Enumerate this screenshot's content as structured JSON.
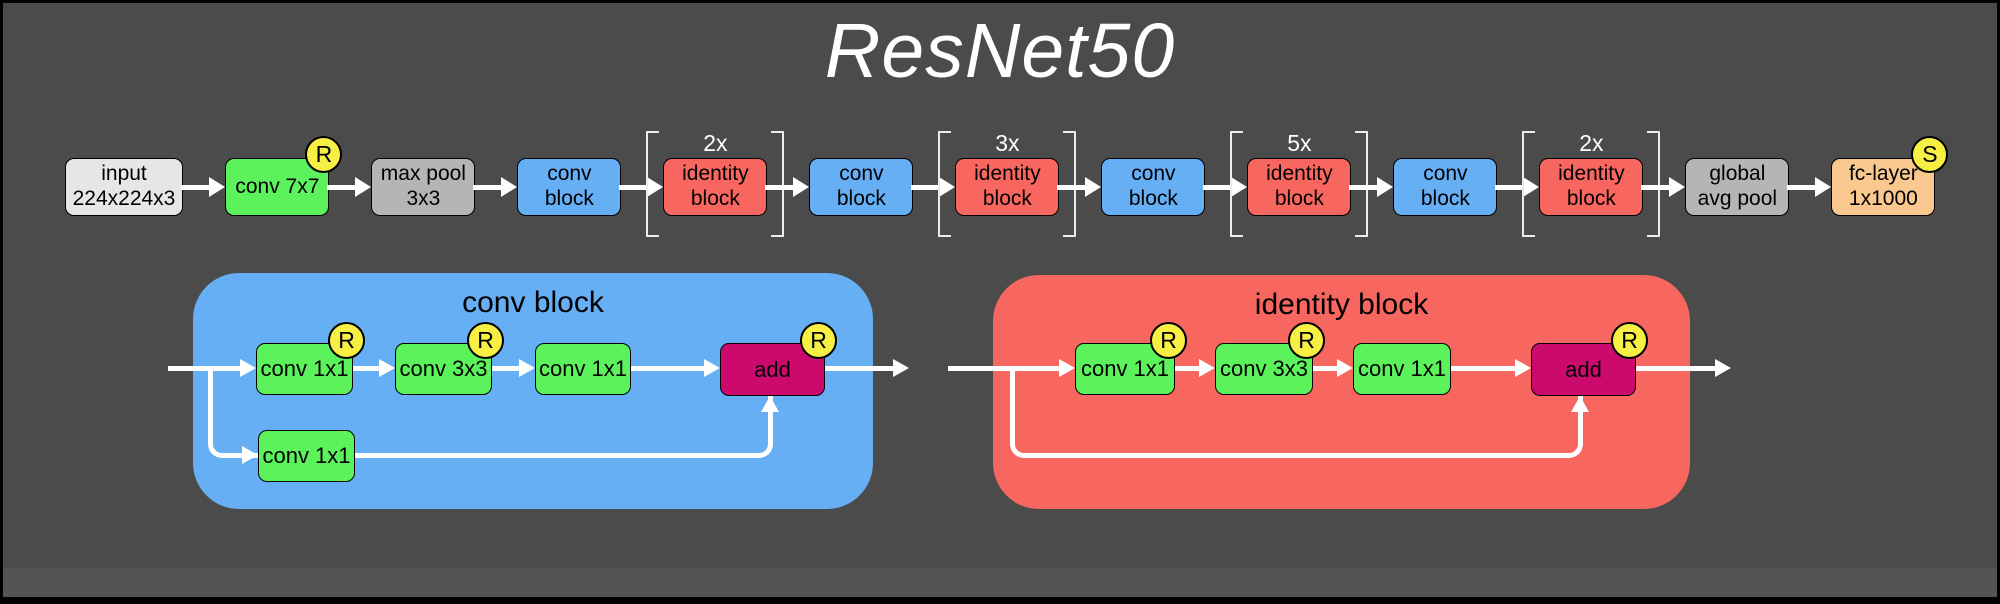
{
  "title": "ResNet50",
  "colors": {
    "background": "#4b4b4b",
    "conv_green": "#5cf25c",
    "block_blue": "#66aff5",
    "block_red": "#f7665f",
    "pool_gray": "#b5b5b5",
    "input_light": "#e6e6e6",
    "fc_peach": "#f9c88e",
    "add_magenta": "#cc0a6e",
    "badge_yellow": "#f7ef43",
    "arrow_white": "#ffffff"
  },
  "pipeline": {
    "nodes": [
      {
        "label": "input\n224x224x3"
      },
      {
        "label": "conv 7x7",
        "badge": "R"
      },
      {
        "label": "max pool\n3x3"
      },
      {
        "label": "conv\nblock"
      },
      {
        "label": "identity\nblock",
        "multiplier": "2x"
      },
      {
        "label": "conv\nblock"
      },
      {
        "label": "identity\nblock",
        "multiplier": "3x"
      },
      {
        "label": "conv\nblock"
      },
      {
        "label": "identity\nblock",
        "multiplier": "5x"
      },
      {
        "label": "conv\nblock"
      },
      {
        "label": "identity\nblock",
        "multiplier": "2x"
      },
      {
        "label": "global\navg pool"
      },
      {
        "label": "fc-layer\n1x1000",
        "badge": "S"
      }
    ]
  },
  "conv_detail": {
    "title": "conv block",
    "main": [
      {
        "label": "conv 1x1",
        "badge": "R"
      },
      {
        "label": "conv 3x3",
        "badge": "R"
      },
      {
        "label": "conv 1x1"
      },
      {
        "label": "add",
        "badge": "R"
      }
    ],
    "skip": [
      {
        "label": "conv 1x1"
      }
    ]
  },
  "identity_detail": {
    "title": "identity block",
    "main": [
      {
        "label": "conv 1x1",
        "badge": "R"
      },
      {
        "label": "conv 3x3",
        "badge": "R"
      },
      {
        "label": "conv 1x1"
      },
      {
        "label": "add",
        "badge": "R"
      }
    ]
  }
}
